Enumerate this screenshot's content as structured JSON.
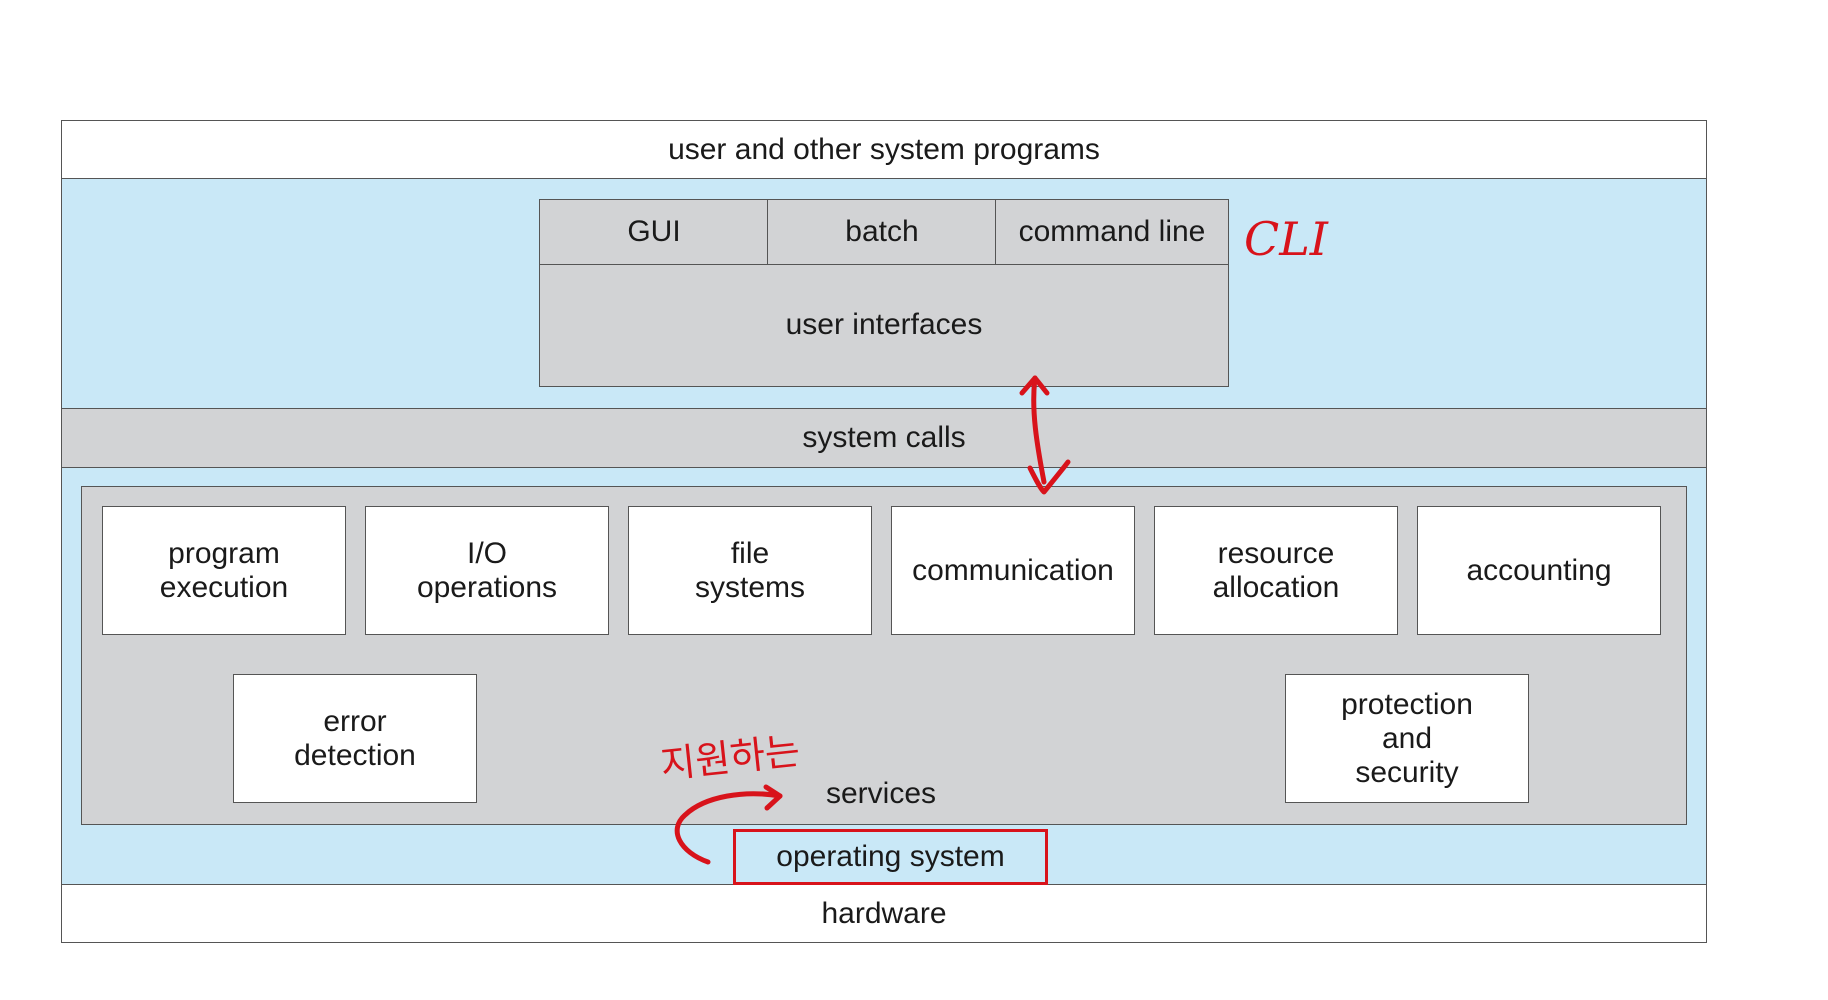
{
  "diagram": {
    "top_layer": "user and other system programs",
    "interface_tabs": [
      "GUI",
      "batch",
      "command line"
    ],
    "user_interfaces_label": "user interfaces",
    "system_calls_label": "system calls",
    "services_row1": [
      "program\nexecution",
      "I/O\noperations",
      "file\nsystems",
      "communication",
      "resource\nallocation",
      "accounting"
    ],
    "services_row2": [
      "error\ndetection",
      "protection\nand\nsecurity"
    ],
    "services_label": "services",
    "os_label": "operating system",
    "hardware_label": "hardware"
  },
  "annotations": {
    "cli_note": "CLI",
    "korean_note": "지원하는",
    "ink_color": "#d8131b"
  },
  "colors": {
    "light_blue": "#c9e8f7",
    "gray": "#d2d3d5",
    "border": "#555555"
  }
}
